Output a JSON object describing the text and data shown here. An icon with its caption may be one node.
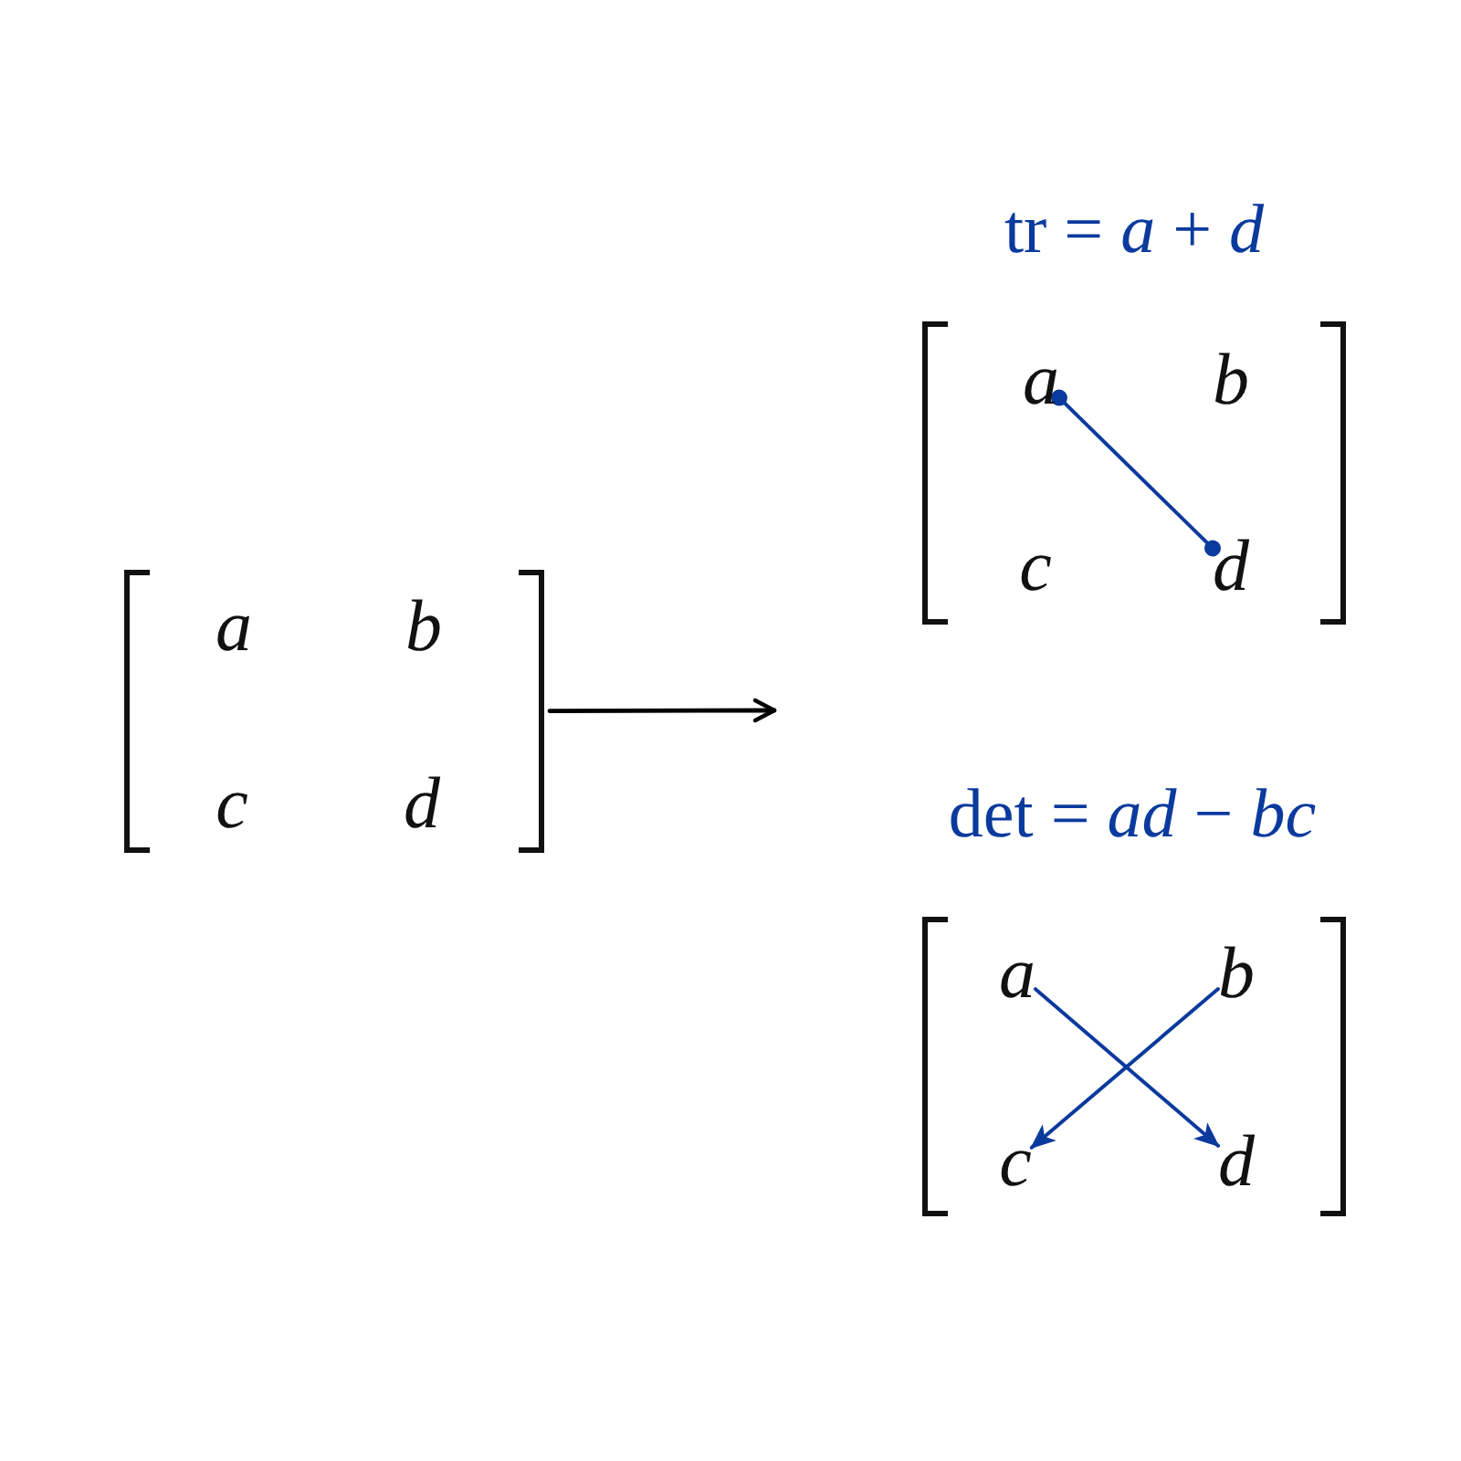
{
  "diagram": {
    "nodes": [
      {
        "text": [],
        "shape": "bracket"
      },
      {
        "text": [
          "a"
        ],
        "in": 0
      },
      {
        "text": [
          "b"
        ],
        "in": 0
      },
      {
        "text": [
          "c"
        ],
        "in": 0
      },
      {
        "text": [
          "d"
        ],
        "in": 0
      },
      {
        "text": [
          "tr = *a* + *d*"
        ]
      },
      {
        "text": [
          "a"
        ],
        "in": 5
      },
      {
        "text": [
          "b"
        ],
        "in": 5
      },
      {
        "text": [
          "c"
        ],
        "in": 5
      },
      {
        "text": [
          "d"
        ],
        "in": 5
      },
      {
        "text": [
          "det = *ad* − *bc*"
        ]
      },
      {
        "text": [
          "a"
        ],
        "in": 10
      },
      {
        "text": [
          "b"
        ],
        "in": 10
      },
      {
        "text": [
          "c"
        ],
        "in": 10
      },
      {
        "text": [
          "d"
        ],
        "in": 10
      }
    ],
    "edges": [
      {
        "from": 0,
        "to": null,
        "arrow": "to",
        "color": "#000000"
      },
      {
        "from": 6,
        "to": 9,
        "arrow": "other"
      },
      {
        "from": 11,
        "to": 14,
        "arrow": "to"
      },
      {
        "from": 12,
        "to": 13,
        "arrow": "to"
      }
    ]
  }
}
